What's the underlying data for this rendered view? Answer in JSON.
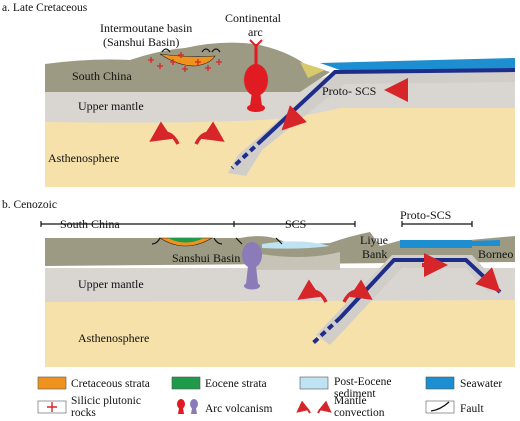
{
  "panels": [
    {
      "title": "a. Late Cretaceous",
      "labels": {
        "basin_line1": "Intermoutane basin",
        "basin_line2": "(Sanshui Basin)",
        "arc_line1": "Continental",
        "arc_line2": "arc",
        "craton": "South China",
        "mantle": "Upper mantle",
        "astheno": "Asthenosphere",
        "ocean": "Proto- SCS"
      }
    },
    {
      "title": "b. Cenozoic",
      "labels": {
        "region_south_china": "South China",
        "region_scs": "SCS",
        "region_proto_scs": "Proto-SCS",
        "basin": "Sanshui Basin",
        "liyue_line1": "Liyue",
        "liyue_line2": "Bank",
        "borneo": "Borneo",
        "mantle": "Upper mantle",
        "astheno": "Asthenosphere"
      }
    }
  ],
  "legend": [
    {
      "symbol": "cretaceous-strata",
      "color": "#f0921e",
      "line1": "Cretaceous strata",
      "line2": ""
    },
    {
      "symbol": "eocene-strata",
      "color": "#1f9a4b",
      "line1": "Eocene strata",
      "line2": ""
    },
    {
      "symbol": "post-eocene-sediment",
      "color": "#bfe3f2",
      "line1": "Post-Eocene",
      "line2": "sediment"
    },
    {
      "symbol": "seawater",
      "color": "#1d8fd1",
      "line1": "Seawater",
      "line2": ""
    },
    {
      "symbol": "silicic-plutonic-rocks",
      "color": "#d6262a",
      "line1": "Silicic plutonic",
      "line2": "rocks"
    },
    {
      "symbol": "arc-volcanism",
      "color": "#d6262a",
      "line1": "Arc volcanism",
      "line2": ""
    },
    {
      "symbol": "mantle-convection",
      "color": "#d6262a",
      "line1": "Mantle",
      "line2": "convection"
    },
    {
      "symbol": "fault",
      "color": "#111111",
      "line1": "Fault",
      "line2": ""
    }
  ],
  "colors": {
    "crust": "#9d9a84",
    "mantle": "#d9d6d2",
    "asthenosphere": "#f6e1ab",
    "slab": "#1e2d8a",
    "seawater": "#1d8fd1",
    "arc_red": "#e11b22",
    "arc_purple": "#8b7bb8",
    "arrow_red": "#d6262a"
  }
}
